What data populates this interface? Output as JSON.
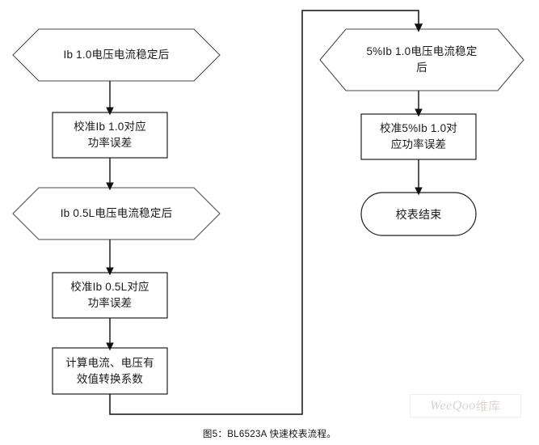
{
  "figure": {
    "caption": "图5：BL6523A 快速校表流程。",
    "watermark": {
      "latin": "WeeQoo",
      "cjk": "维库"
    },
    "stroke_color": "#222222",
    "fill_color": "#ffffff",
    "text_color": "#1a1a1a",
    "background": "#ffffff"
  },
  "flowchart": {
    "type": "flowchart",
    "title": "BL6523A 快速校表流程",
    "columns": [
      {
        "name": "left-column",
        "nodes": [
          "node-ib-1-0-stable",
          "node-cal-ib-1-0",
          "node-ib-0-5l-stable",
          "node-cal-ib-0-5l",
          "node-calc-rms-coef"
        ]
      },
      {
        "name": "right-column",
        "nodes": [
          "node-5pct-ib-1-0-stable",
          "node-cal-5pct-ib-1-0",
          "node-end"
        ]
      }
    ],
    "nodes": [
      {
        "id": "node-ib-1-0-stable",
        "shape": "hexagon",
        "label": "Ib 1.0电压电流稳定后",
        "lines": [
          "Ib 1.0电压电流稳定后"
        ]
      },
      {
        "id": "node-cal-ib-1-0",
        "shape": "rectangle",
        "label": "校准Ib 1.0对应功率误差",
        "lines": [
          "校准Ib 1.0对应",
          "功率误差"
        ]
      },
      {
        "id": "node-ib-0-5l-stable",
        "shape": "hexagon",
        "label": "Ib 0.5L电压电流稳定后",
        "lines": [
          "Ib 0.5L电压电流稳定后"
        ]
      },
      {
        "id": "node-cal-ib-0-5l",
        "shape": "rectangle",
        "label": "校准Ib 0.5L对应功率误差",
        "lines": [
          "校准Ib 0.5L对应",
          "功率误差"
        ]
      },
      {
        "id": "node-calc-rms-coef",
        "shape": "rectangle",
        "label": "计算电流、电压有效值转换系数",
        "lines": [
          "计算电流、电压有",
          "效值转换系数"
        ]
      },
      {
        "id": "node-5pct-ib-1-0-stable",
        "shape": "hexagon",
        "label": "5%Ib 1.0电压电流稳定后",
        "lines": [
          "5%Ib 1.0电压电流稳定",
          "后"
        ]
      },
      {
        "id": "node-cal-5pct-ib-1-0",
        "shape": "rectangle",
        "label": "校准5%Ib 1.0对应功率误差",
        "lines": [
          "校准5%Ib 1.0对",
          "应功率误差"
        ]
      },
      {
        "id": "node-end",
        "shape": "stadium",
        "label": "校表结束",
        "lines": [
          "校表结束"
        ]
      }
    ],
    "edges": [
      {
        "id": "edge-1",
        "from": "node-ib-1-0-stable",
        "to": "node-cal-ib-1-0",
        "style": "straight-down-arrow"
      },
      {
        "id": "edge-2",
        "from": "node-cal-ib-1-0",
        "to": "node-ib-0-5l-stable",
        "style": "straight-down-arrow"
      },
      {
        "id": "edge-3",
        "from": "node-ib-0-5l-stable",
        "to": "node-cal-ib-0-5l",
        "style": "straight-down-arrow"
      },
      {
        "id": "edge-4",
        "from": "node-cal-ib-0-5l",
        "to": "node-calc-rms-coef",
        "style": "straight-down-arrow"
      },
      {
        "id": "edge-5",
        "from": "node-calc-rms-coef",
        "to": "node-5pct-ib-1-0-stable",
        "style": "orthogonal-wrap-arrow"
      },
      {
        "id": "edge-6",
        "from": "node-5pct-ib-1-0-stable",
        "to": "node-cal-5pct-ib-1-0",
        "style": "straight-down-arrow"
      },
      {
        "id": "edge-7",
        "from": "node-cal-5pct-ib-1-0",
        "to": "node-end",
        "style": "straight-down-arrow"
      }
    ]
  }
}
